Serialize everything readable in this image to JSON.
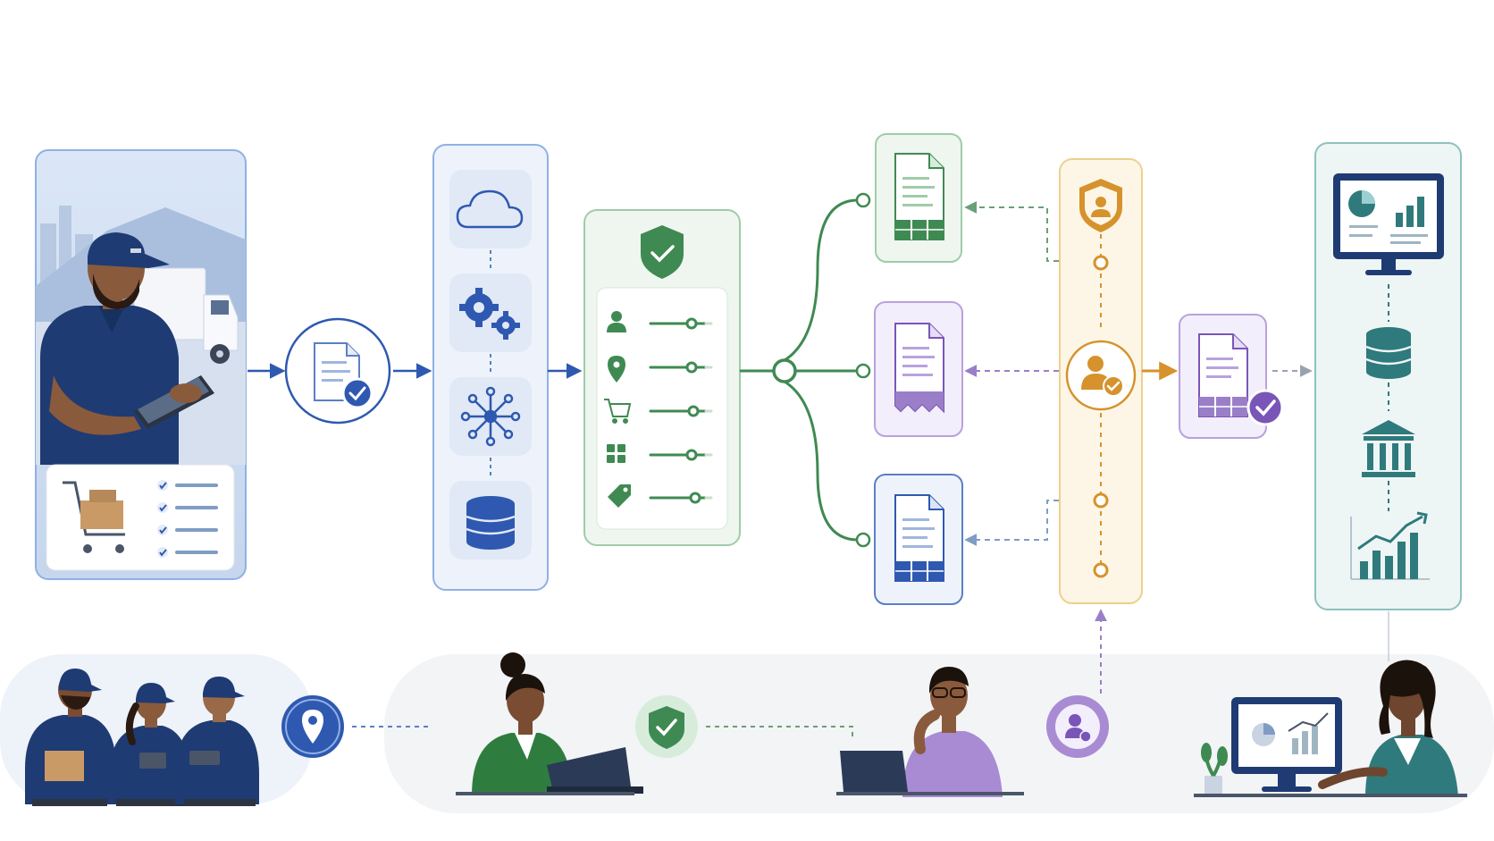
{
  "colors": {
    "blue": "#2f59b0",
    "blue_light": "#e8eefa",
    "blue_border": "#8fb0e6",
    "green": "#3f8a52",
    "green_light": "#eef6ef",
    "green_border": "#9fcca8",
    "purple": "#7a55b8",
    "purple_light": "#f3eefb",
    "purple_border": "#b9a1de",
    "gold": "#d6922c",
    "gold_light": "#fdf6e6",
    "gold_border": "#ecd08e",
    "teal": "#2f7a7c",
    "teal_light": "#eef5f5",
    "teal_border": "#8fc0c0",
    "navy": "#1f3b73",
    "skin": "#8a5a3c",
    "gray_band": "#f2f4f6"
  },
  "stages": {
    "field_capture": {
      "icons": [
        "delivery-worker-illustration",
        "truck-icon",
        "tablet-icon",
        "cart-icon",
        "checklist-icon"
      ]
    },
    "document_intake": {
      "icons": [
        "document-check-icon"
      ]
    },
    "processing": {
      "icons": [
        "cloud-icon",
        "gears-icon",
        "network-hub-icon",
        "database-icon"
      ]
    },
    "validation": {
      "icons": [
        "shield-check-icon",
        "user-field-icon",
        "location-field-icon",
        "cart-field-icon",
        "grid-field-icon",
        "tag-field-icon"
      ]
    },
    "documents": {
      "icons": [
        "green-document-icon",
        "purple-receipt-icon",
        "blue-document-icon"
      ]
    },
    "review": {
      "icons": [
        "shield-user-icon",
        "user-check-icon"
      ]
    },
    "approved": {
      "icons": [
        "approved-document-icon"
      ]
    },
    "analytics": {
      "icons": [
        "dashboard-monitor-icon",
        "database-icon",
        "bank-icon",
        "growth-chart-icon"
      ]
    }
  },
  "people": {
    "icons": [
      "field-team-illustration",
      "location-pin-icon",
      "green-analyst-illustration",
      "shield-check-icon",
      "purple-reviewer-illustration",
      "reviewer-badge-icon",
      "teal-analyst-illustration"
    ]
  }
}
